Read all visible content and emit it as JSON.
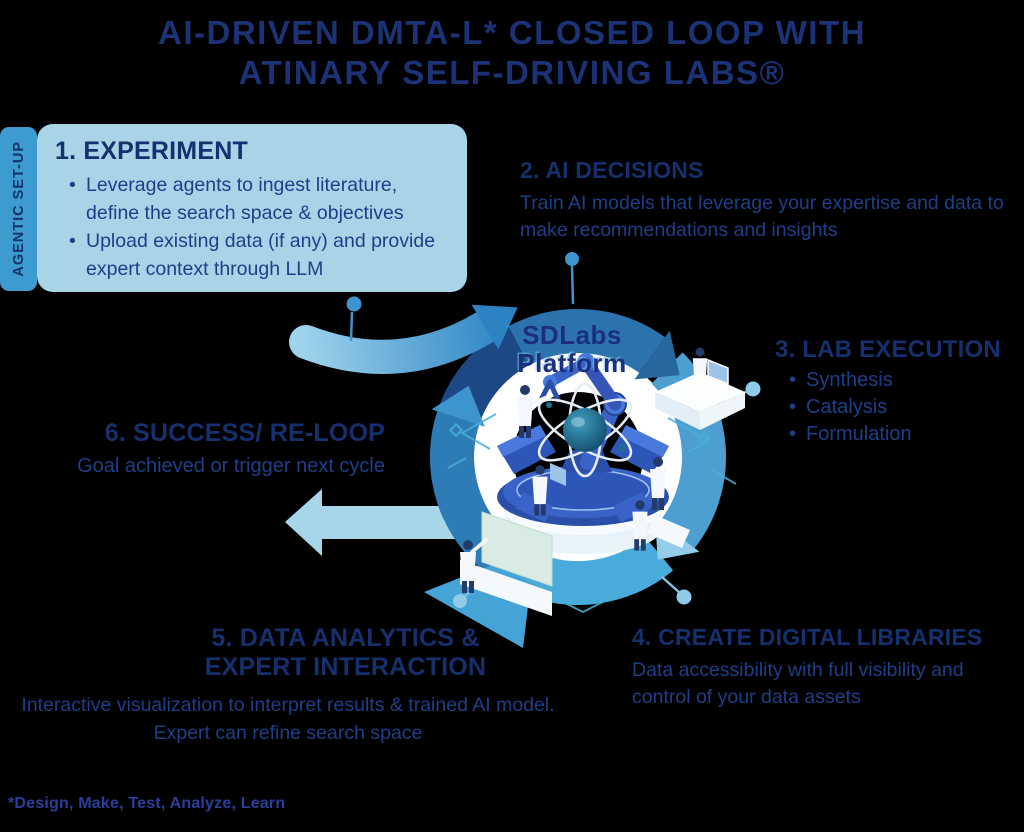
{
  "title": {
    "line1": "AI-DRIVEN DMTA-L* CLOSED LOOP WITH",
    "line2": "ATINARY SELF-DRIVING LABS®"
  },
  "agentic_tab": "AGENTIC SET-UP",
  "steps": {
    "experiment": {
      "heading": "1. EXPERIMENT",
      "bullets": [
        "Leverage agents to ingest literature, define the search space & objectives",
        "Upload existing data (if any) and provide expert context through LLM"
      ]
    },
    "ai_decisions": {
      "heading": "2. AI DECISIONS",
      "body": "Train AI models that leverage your expertise and data to make recommendations and insights"
    },
    "lab_execution": {
      "heading": "3. LAB EXECUTION",
      "bullets": [
        "Synthesis",
        "Catalysis",
        "Formulation"
      ]
    },
    "create_digital_libraries": {
      "heading": "4. CREATE DIGITAL LIBRARIES",
      "body": "Data accessibility with full visibility and control of your data assets"
    },
    "data_analytics": {
      "heading_line1": "5. DATA ANALYTICS &",
      "heading_line2": "EXPERT INTERACTION",
      "body": "Interactive visualization to interpret results & trained AI model. Expert can refine search space"
    },
    "success_reloop": {
      "heading": "6. SUCCESS/ RE-LOOP",
      "body": "Goal achieved or trigger next cycle"
    }
  },
  "center": {
    "label_line1": "SDLabs",
    "label_line2": "Platform"
  },
  "footnote": "*Design, Make, Test, Analyze, Learn",
  "colors": {
    "background": "#000000",
    "title_navy": "#1c3276",
    "heading_navy": "#16306e",
    "body_navy": "#1e3f88",
    "footnote_blue": "#2b3e9b",
    "experiment_box": "#a9d4e8",
    "agentic_tab": "#3e9bd0",
    "ring_dark_navy": "#1c4886",
    "ring_steel_blue": "#2c73ad",
    "ring_medium_blue": "#4d9fd2",
    "ring_cyan_blue": "#49abdb",
    "ring_left_blue": "#2e7cb5",
    "arc_gradient_start": "#9ed3ec",
    "arc_gradient_end": "#2f86c4",
    "reloop_arrow": "#a7d5ea",
    "connector_light": "#8fcbe8",
    "white_ring": "#ffffff"
  }
}
